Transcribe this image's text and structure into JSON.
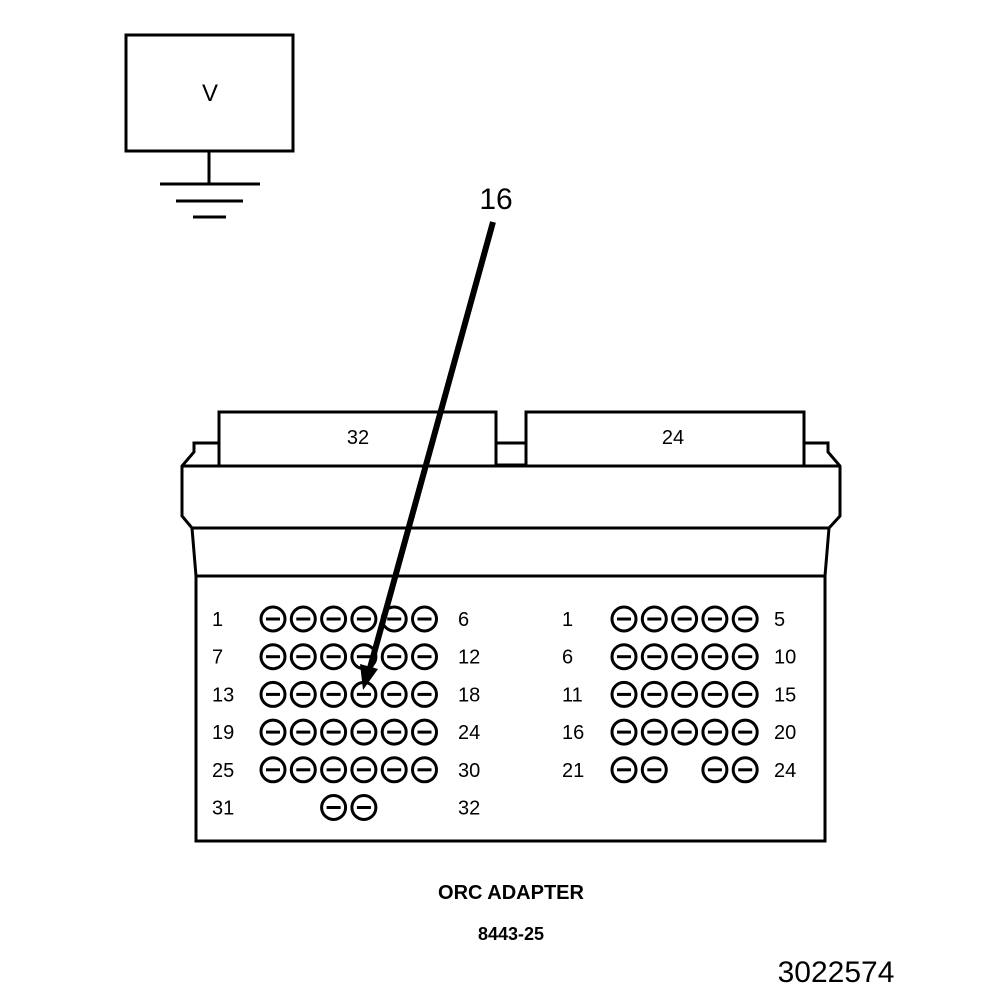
{
  "meter": {
    "label": "V"
  },
  "callout": {
    "label": "16"
  },
  "connector_left": {
    "tab_label": "32",
    "rows": [
      {
        "start": "1",
        "end": "6",
        "pins": [
          1,
          1,
          1,
          1,
          1,
          1
        ]
      },
      {
        "start": "7",
        "end": "12",
        "pins": [
          1,
          1,
          1,
          1,
          1,
          1
        ]
      },
      {
        "start": "13",
        "end": "18",
        "pins": [
          1,
          1,
          1,
          1,
          1,
          1
        ]
      },
      {
        "start": "19",
        "end": "24",
        "pins": [
          1,
          1,
          1,
          1,
          1,
          1
        ]
      },
      {
        "start": "25",
        "end": "30",
        "pins": [
          1,
          1,
          1,
          1,
          1,
          1
        ]
      },
      {
        "start": "31",
        "end": "32",
        "pins": [
          0,
          0,
          1,
          1,
          0,
          0
        ]
      }
    ]
  },
  "connector_right": {
    "tab_label": "24",
    "rows": [
      {
        "start": "1",
        "end": "5",
        "pins": [
          1,
          1,
          1,
          1,
          1
        ]
      },
      {
        "start": "6",
        "end": "10",
        "pins": [
          1,
          1,
          1,
          1,
          1
        ]
      },
      {
        "start": "11",
        "end": "15",
        "pins": [
          1,
          1,
          1,
          1,
          1
        ]
      },
      {
        "start": "16",
        "end": "20",
        "pins": [
          1,
          1,
          1,
          1,
          1
        ]
      },
      {
        "start": "21",
        "end": "24",
        "pins": [
          1,
          1,
          0,
          1,
          1
        ]
      }
    ]
  },
  "caption": {
    "title": "ORC ADAPTER",
    "part_number": "8443-25"
  },
  "figure_id": "3022574"
}
